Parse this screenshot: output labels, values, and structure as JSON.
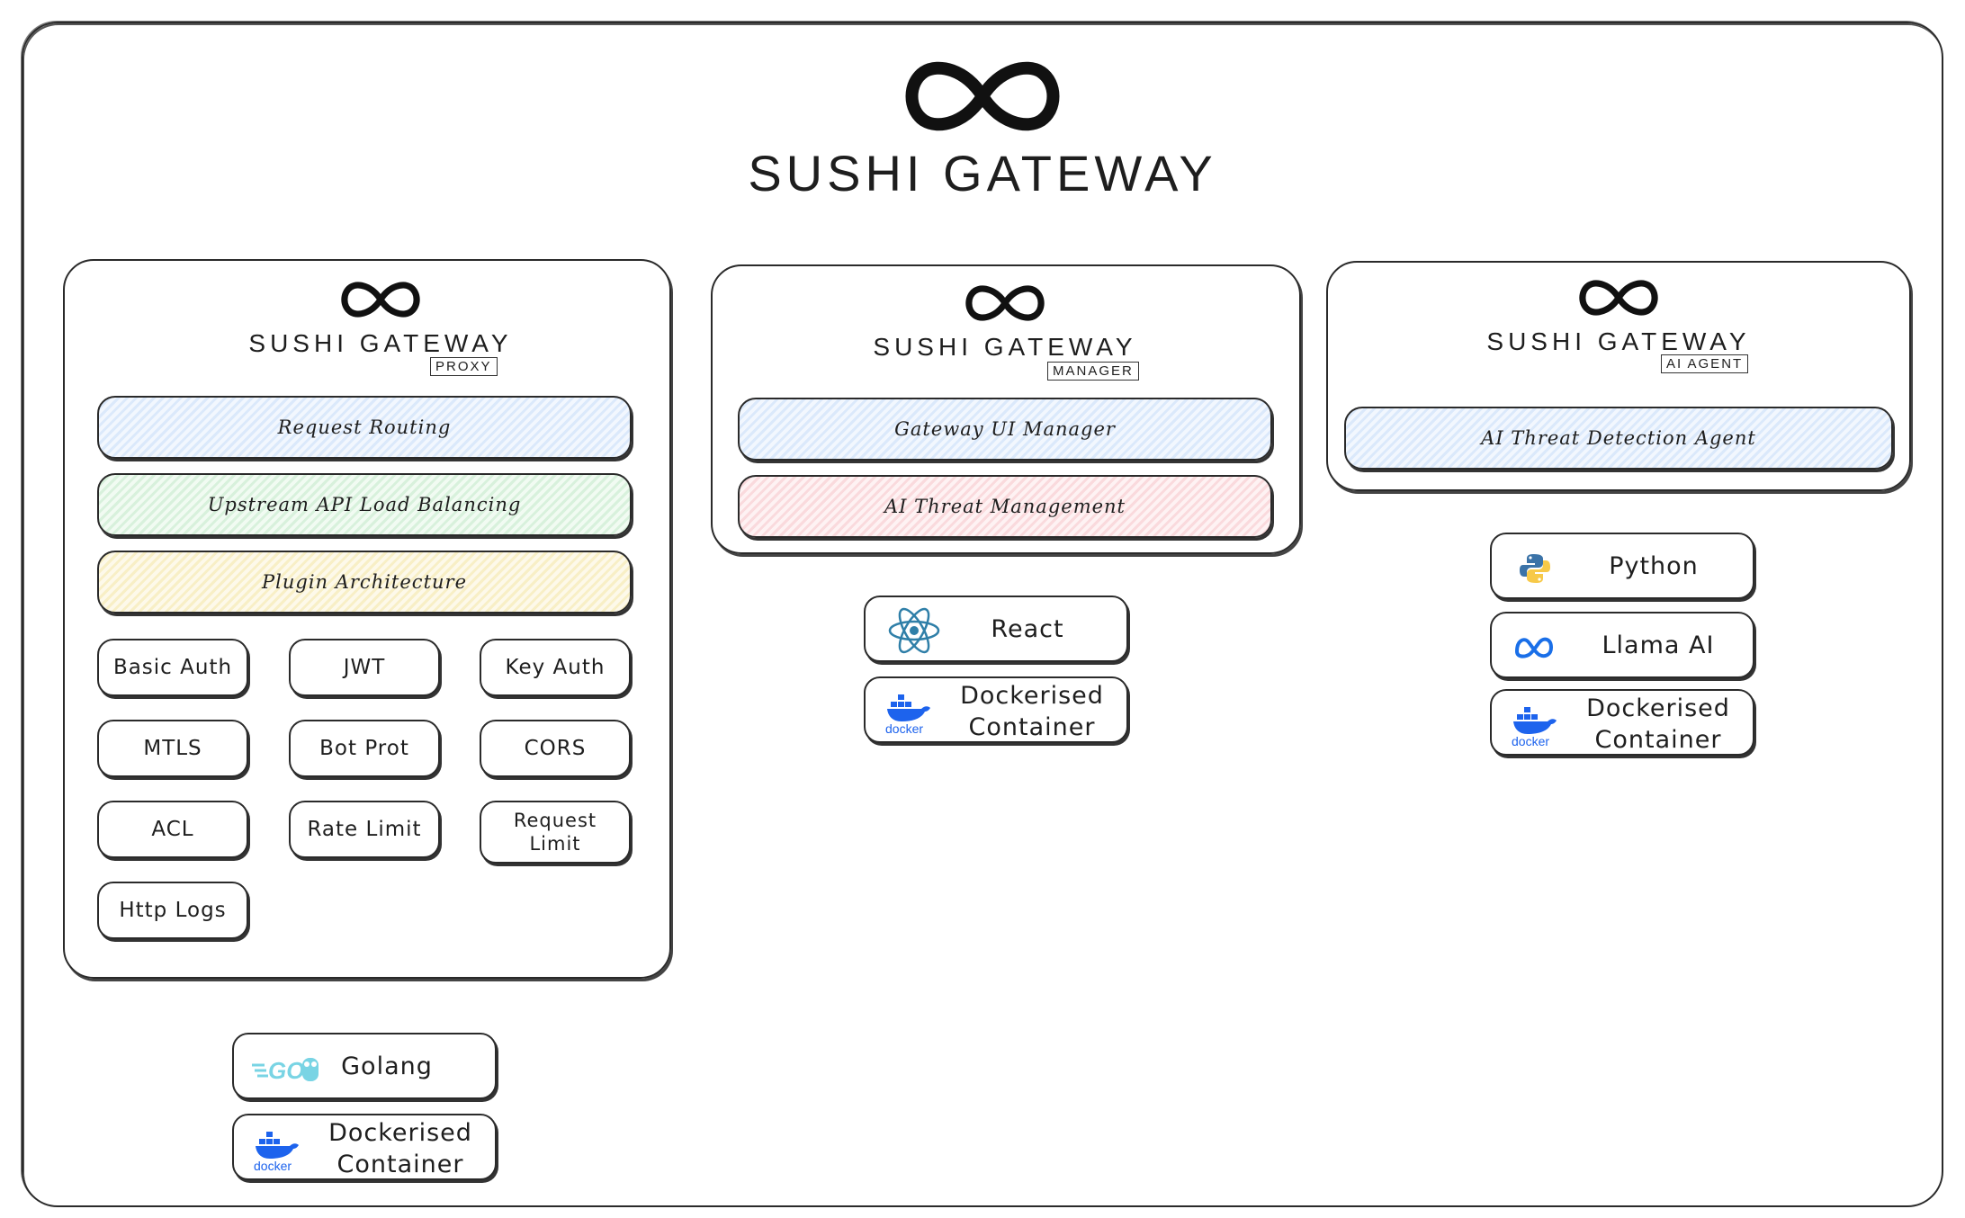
{
  "header": {
    "title": "SUSHI GATEWAY"
  },
  "proxy": {
    "title": "SUSHI GATEWAY",
    "tag": "PROXY",
    "bands": [
      {
        "label": "Request Routing",
        "color": "blue"
      },
      {
        "label": "Upstream API Load Balancing",
        "color": "green"
      },
      {
        "label": "Plugin Architecture",
        "color": "yellow"
      }
    ],
    "plugins": [
      "Basic Auth",
      "JWT",
      "Key Auth",
      "MTLS",
      "Bot Prot",
      "CORS",
      "ACL",
      "Rate Limit",
      "Request\nLimit",
      "Http Logs"
    ]
  },
  "manager": {
    "title": "SUSHI GATEWAY",
    "tag": "MANAGER",
    "bands": [
      {
        "label": "Gateway UI Manager",
        "color": "blue"
      },
      {
        "label": "AI Threat Management",
        "color": "red"
      }
    ]
  },
  "agent": {
    "title": "SUSHI GATEWAY",
    "tag": "AI AGENT",
    "bands": [
      {
        "label": "AI Threat Detection Agent",
        "color": "blue"
      }
    ]
  },
  "stacks": {
    "proxy": [
      {
        "label": "Golang",
        "icon": "golang-logo-icon",
        "icon_text": "GO"
      },
      {
        "label": "Dockerised\nContainer",
        "icon": "docker-logo-icon",
        "icon_text": "docker"
      }
    ],
    "manager": [
      {
        "label": "React",
        "icon": "react-logo-icon"
      },
      {
        "label": "Dockerised\nContainer",
        "icon": "docker-logo-icon",
        "icon_text": "docker"
      }
    ],
    "agent": [
      {
        "label": "Python",
        "icon": "python-logo-icon"
      },
      {
        "label": "Llama AI",
        "icon": "meta-logo-icon"
      },
      {
        "label": "Dockerised\nContainer",
        "icon": "docker-logo-icon",
        "icon_text": "docker"
      }
    ]
  },
  "colors": {
    "stroke": "#2a2a2a",
    "blue": "#dbe9fb",
    "green": "#d8f1dc",
    "yellow": "#f8efc6",
    "red": "#fadadd",
    "react": "#2f7fa8",
    "docker": "#1d63ed",
    "golang": "#79d4e4",
    "meta": "#1a6fe8"
  }
}
